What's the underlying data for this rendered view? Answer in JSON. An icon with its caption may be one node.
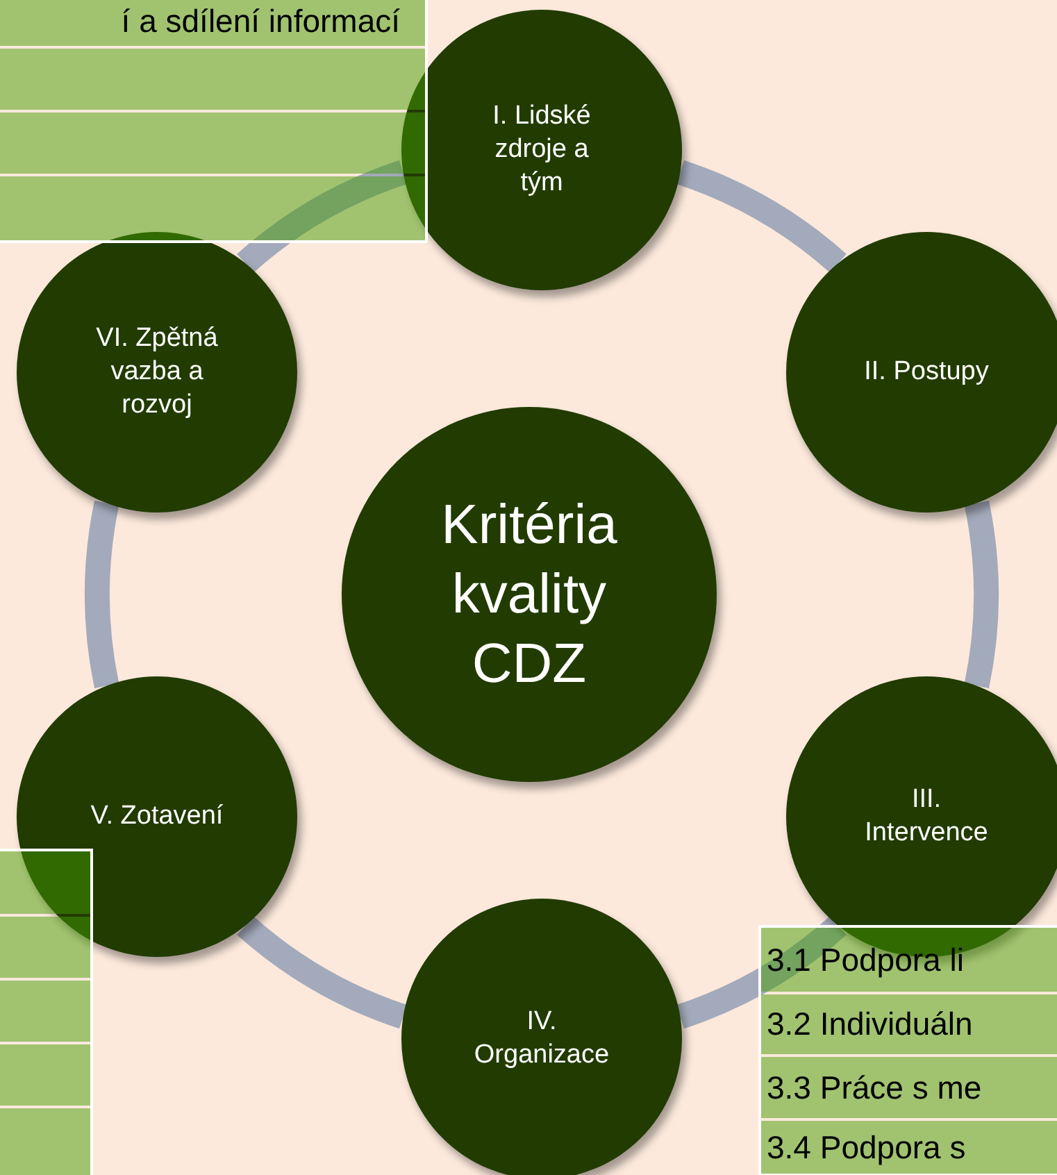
{
  "diagram": {
    "nodes": [
      {
        "text": [
          "Kritéria kvality CDZ"
        ]
      },
      {
        "text": [
          "I. Lidské zdroje a tým"
        ]
      },
      {
        "text": [
          "II. Postupy"
        ]
      },
      {
        "text": [
          "III. Intervence"
        ]
      },
      {
        "text": [
          "IV. Organizace"
        ]
      },
      {
        "text": [
          "V. Zotavení"
        ]
      },
      {
        "text": [
          "VI. Zpětná vazba a rozvoj"
        ]
      }
    ],
    "edges": [
      {
        "from": 1,
        "to": 2,
        "arrow": "none"
      },
      {
        "from": 2,
        "to": 3,
        "arrow": "none"
      },
      {
        "from": 3,
        "to": 4,
        "arrow": "none"
      },
      {
        "from": 4,
        "to": 5,
        "arrow": "none"
      },
      {
        "from": 5,
        "to": 6,
        "arrow": "none"
      },
      {
        "from": 6,
        "to": 1,
        "arrow": "none"
      }
    ],
    "labels": [
      "í a sdílení informací",
      "3.1 Podpora li",
      "3.2 Individuáln",
      "3.3 Práce s me",
      "3.4 Podpora s"
    ]
  }
}
